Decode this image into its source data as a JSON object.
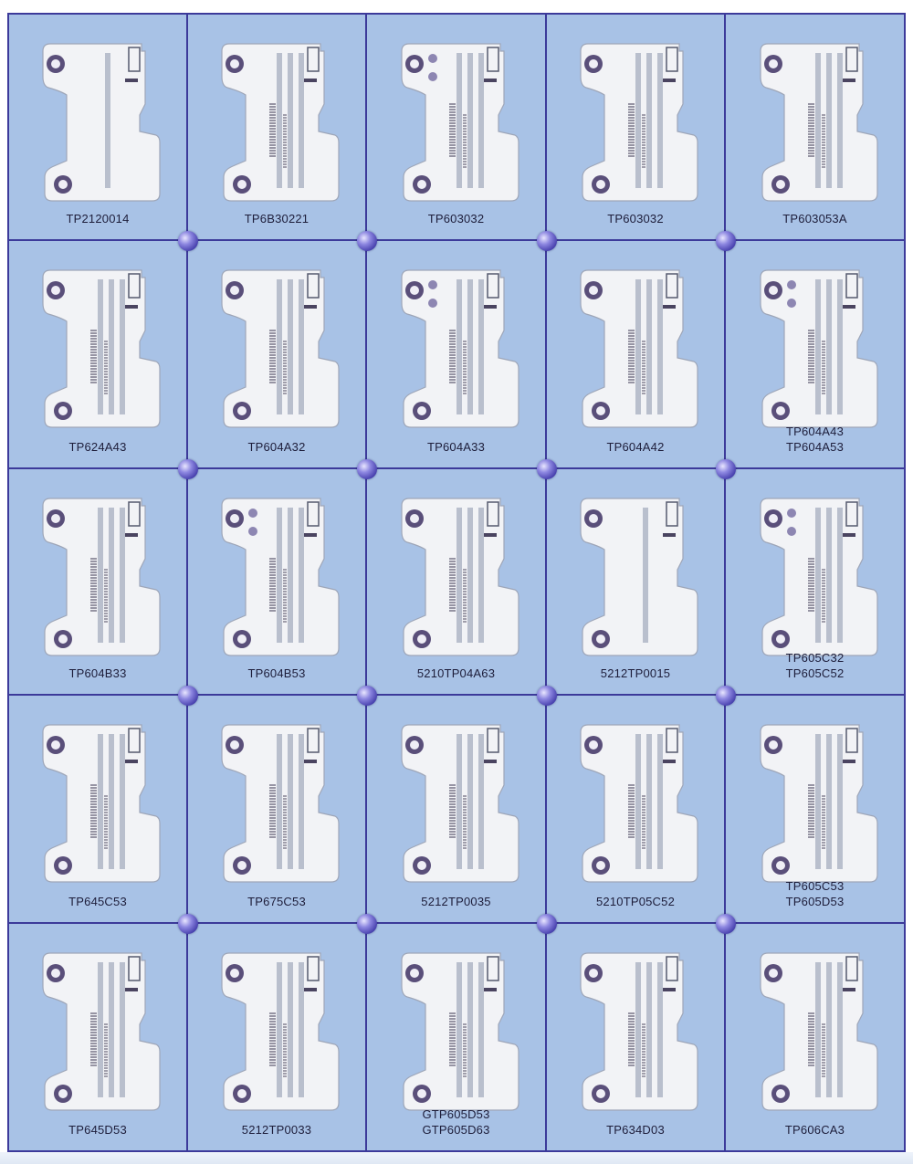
{
  "catalog": {
    "rows": [
      {
        "items": [
          {
            "lines": [
              "TP2120014"
            ],
            "variant": "plain",
            "icon": "throat-plate-icon"
          },
          {
            "lines": [
              "TP6B30221"
            ],
            "variant": "feed",
            "icon": "throat-plate-icon"
          },
          {
            "lines": [
              "TP603032"
            ],
            "variant": "twohole",
            "icon": "throat-plate-icon"
          },
          {
            "lines": [
              "TP603032"
            ],
            "variant": "feed",
            "icon": "throat-plate-icon"
          },
          {
            "lines": [
              "TP603053A"
            ],
            "variant": "feed",
            "icon": "throat-plate-icon"
          }
        ]
      },
      {
        "items": [
          {
            "lines": [
              "TP624A43"
            ],
            "variant": "feed",
            "icon": "throat-plate-icon"
          },
          {
            "lines": [
              "TP604A32"
            ],
            "variant": "feed",
            "icon": "throat-plate-icon"
          },
          {
            "lines": [
              "TP604A33"
            ],
            "variant": "twohole",
            "icon": "throat-plate-icon"
          },
          {
            "lines": [
              "TP604A42"
            ],
            "variant": "feed",
            "icon": "throat-plate-icon"
          },
          {
            "lines": [
              "TP604A43",
              "TP604A53"
            ],
            "variant": "twohole",
            "icon": "throat-plate-icon"
          }
        ]
      },
      {
        "items": [
          {
            "lines": [
              "TP604B33"
            ],
            "variant": "feed",
            "icon": "throat-plate-icon"
          },
          {
            "lines": [
              "TP604B53"
            ],
            "variant": "twohole",
            "icon": "throat-plate-icon"
          },
          {
            "lines": [
              "5210TP04A63"
            ],
            "variant": "feed",
            "icon": "throat-plate-icon"
          },
          {
            "lines": [
              "5212TP0015"
            ],
            "variant": "plain",
            "icon": "throat-plate-icon"
          },
          {
            "lines": [
              "TP605C32",
              "TP605C52"
            ],
            "variant": "twohole",
            "icon": "throat-plate-icon"
          }
        ]
      },
      {
        "items": [
          {
            "lines": [
              "TP645C53"
            ],
            "variant": "feed",
            "icon": "throat-plate-icon"
          },
          {
            "lines": [
              "TP675C53"
            ],
            "variant": "feed",
            "icon": "throat-plate-icon"
          },
          {
            "lines": [
              "5212TP0035"
            ],
            "variant": "feed",
            "icon": "throat-plate-icon"
          },
          {
            "lines": [
              "5210TP05C52"
            ],
            "variant": "feed",
            "icon": "throat-plate-icon"
          },
          {
            "lines": [
              "TP605C53",
              "TP605D53"
            ],
            "variant": "feed",
            "icon": "throat-plate-icon"
          }
        ]
      },
      {
        "items": [
          {
            "lines": [
              "TP645D53"
            ],
            "variant": "feed",
            "icon": "throat-plate-icon"
          },
          {
            "lines": [
              "5212TP0033"
            ],
            "variant": "feed",
            "icon": "throat-plate-icon"
          },
          {
            "lines": [
              "GTP605D53",
              "GTP605D63"
            ],
            "variant": "feed",
            "icon": "throat-plate-icon"
          },
          {
            "lines": [
              "TP634D03"
            ],
            "variant": "feed",
            "icon": "throat-plate-icon"
          },
          {
            "lines": [
              "TP606CA3"
            ],
            "variant": "feed",
            "icon": "throat-plate-icon"
          }
        ]
      }
    ],
    "colors": {
      "background": "#a8c2e6",
      "gridline": "#3c3a9a",
      "plate": "#f2f3f6",
      "hole": "#5a4f7a",
      "label": "#1d1d3a"
    }
  }
}
